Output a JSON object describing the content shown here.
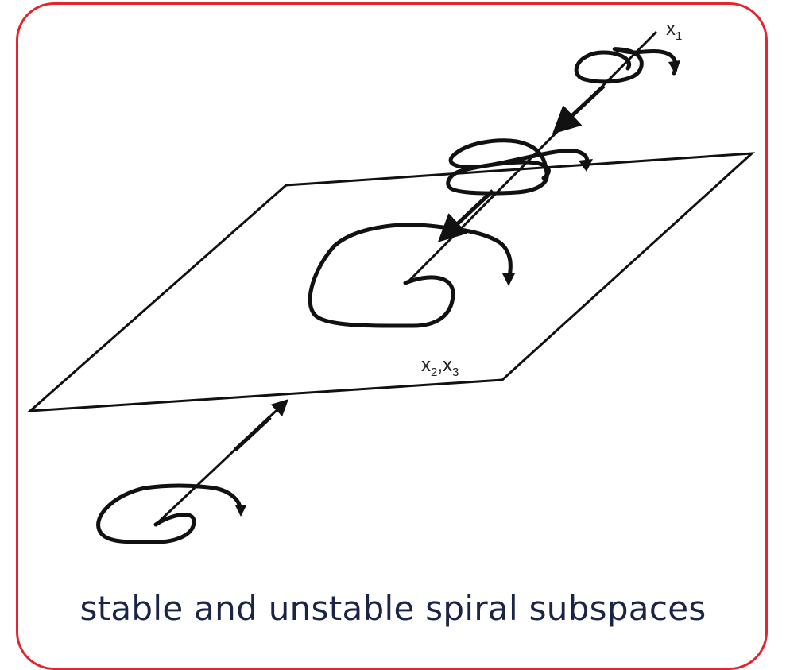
{
  "diagram": {
    "axis_x1": {
      "base": "x",
      "sub": "1"
    },
    "axis_x2x3": {
      "base1": "x",
      "sub1": "2",
      "sep": ",",
      "base2": "x",
      "sub2": "3"
    }
  },
  "caption": "stable and unstable spiral subspaces",
  "colors": {
    "frame_border": "#e3262b",
    "caption_text": "#1a2447",
    "stroke": "#111111"
  }
}
